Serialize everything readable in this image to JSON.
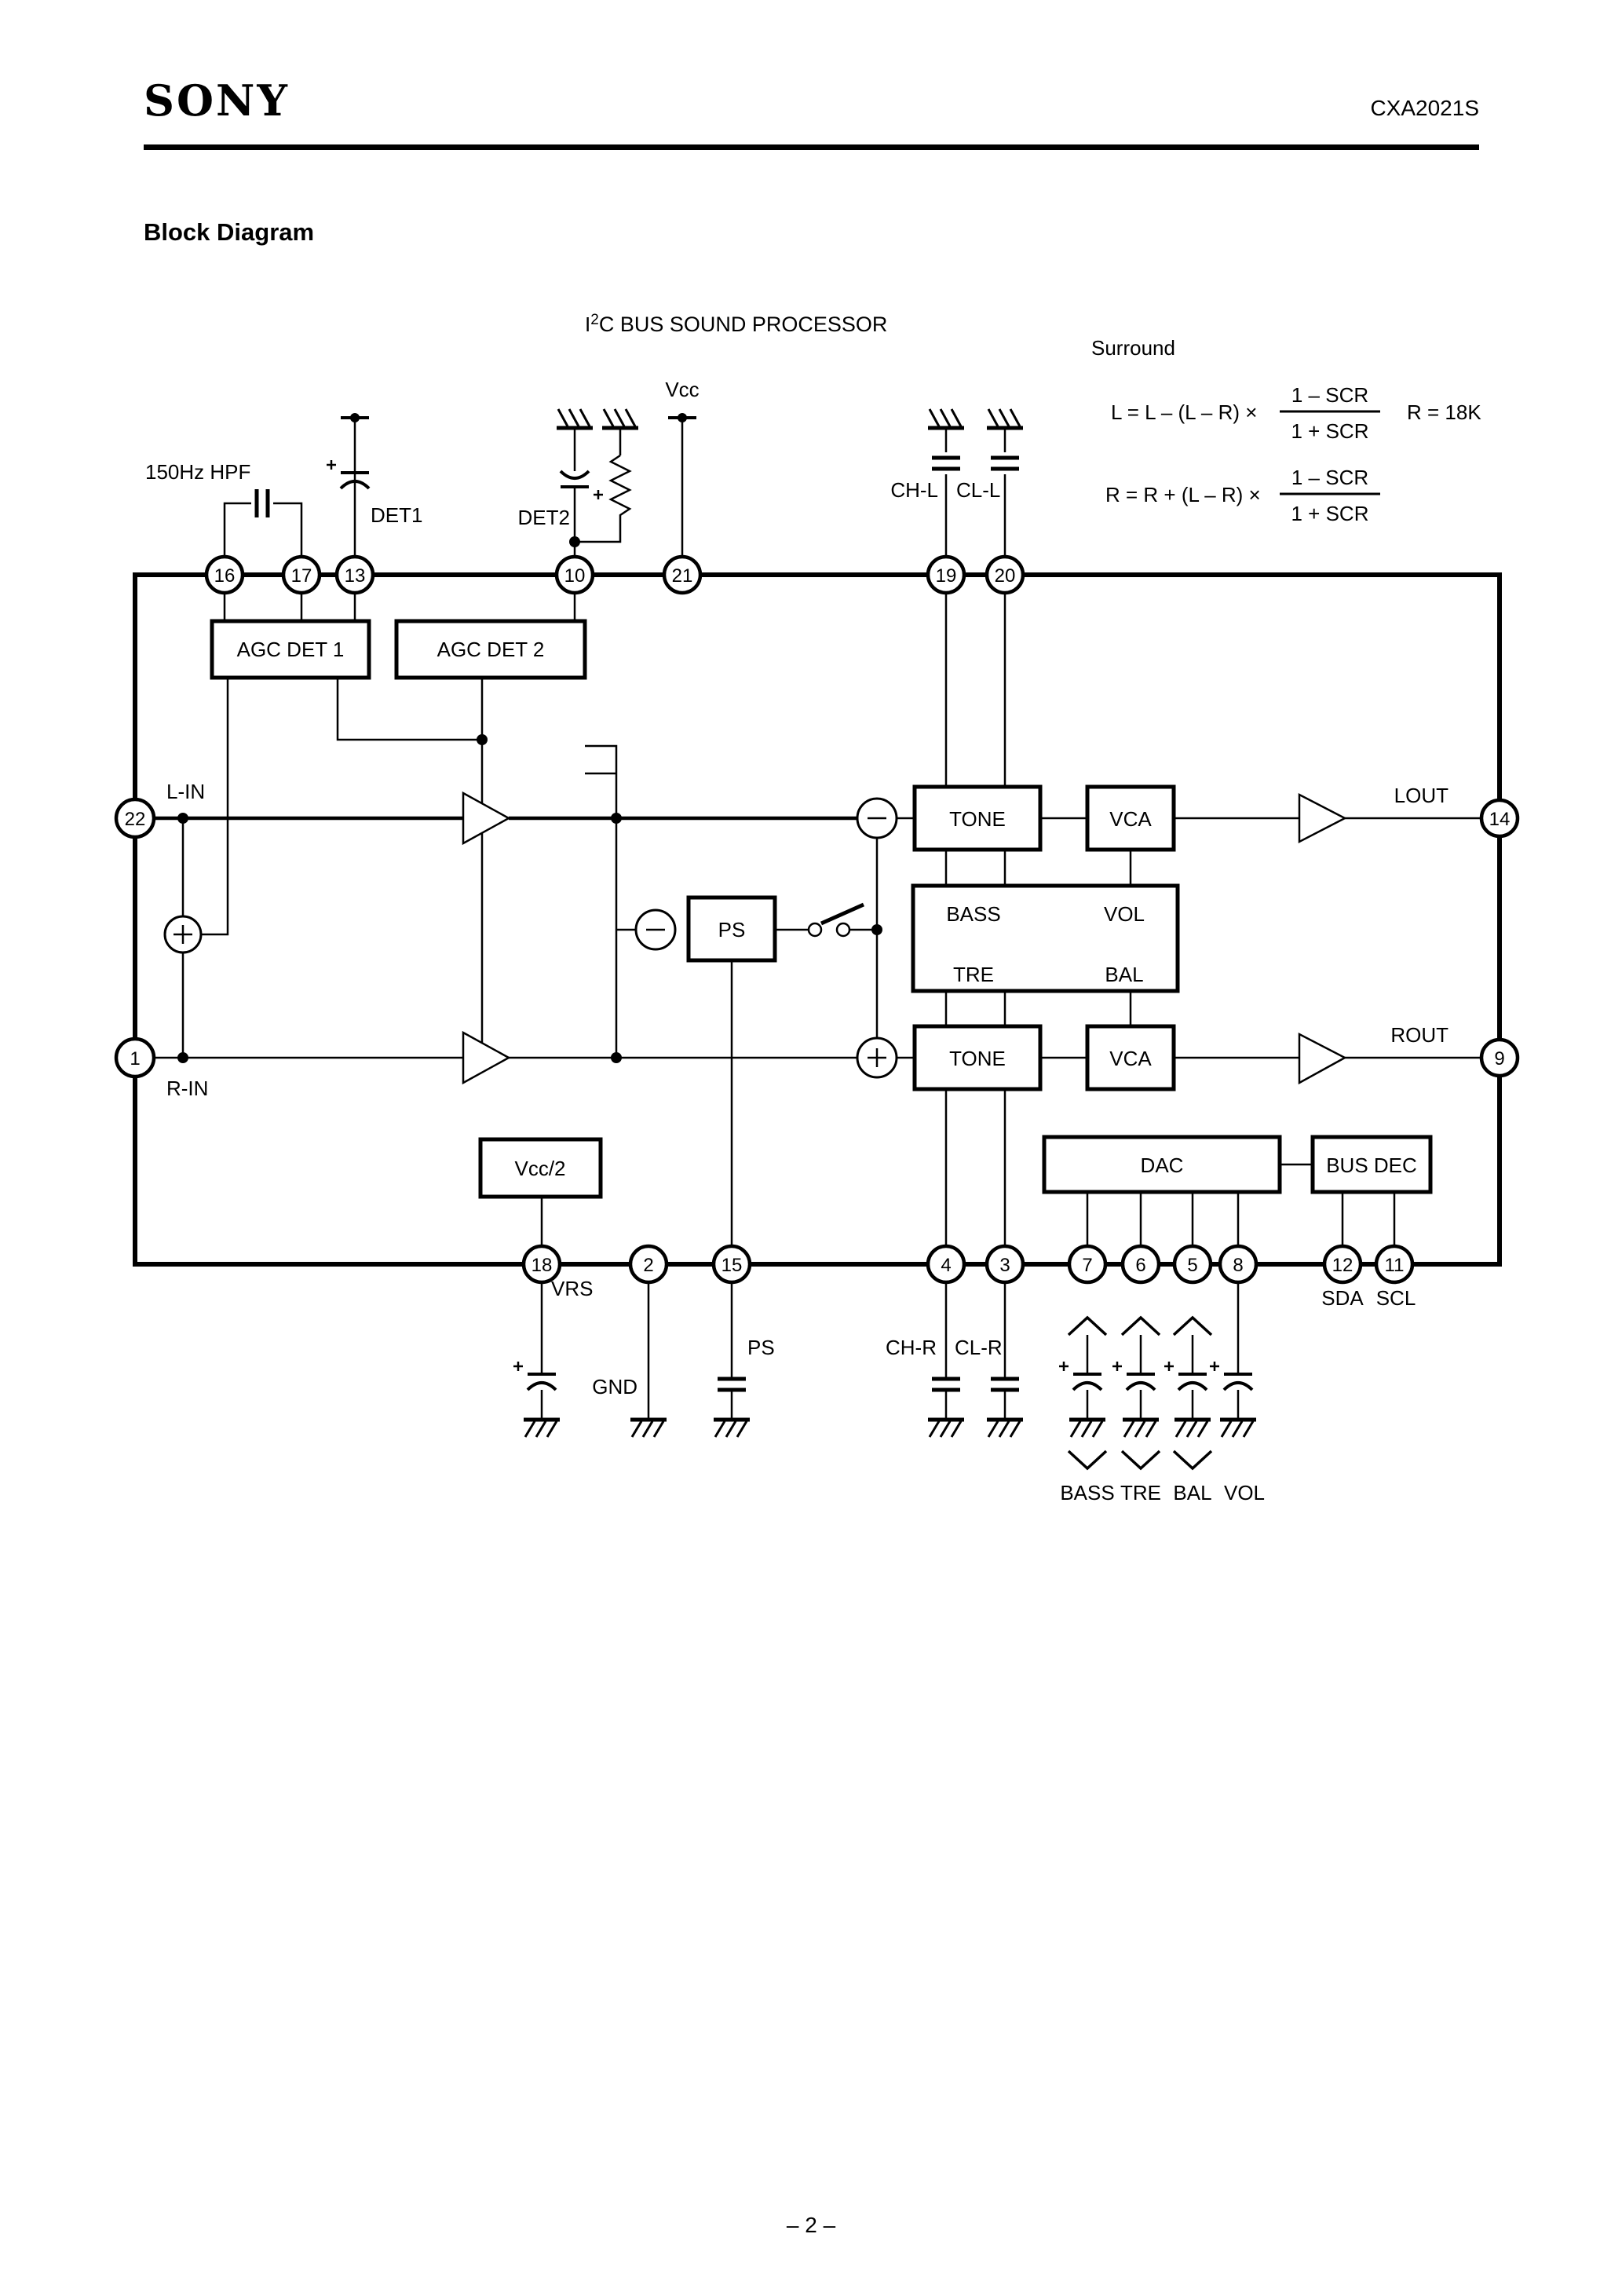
{
  "header": {
    "brand": "SONY",
    "part_number": "CXA2021S",
    "section_title": "Block Diagram"
  },
  "footer": {
    "page_number": "– 2 –"
  },
  "diagram": {
    "title": {
      "pre": "I",
      "sup": "2",
      "rest": "C BUS SOUND PROCESSOR"
    },
    "surround": {
      "label": "Surround",
      "formula_l": {
        "lhs": "L = L – (L – R) ×",
        "num": "1 – SCR",
        "den": "1 + SCR"
      },
      "resistor_note": "R = 18K",
      "formula_r": {
        "lhs": "R = R + (L – R) ×",
        "num": "1 – SCR",
        "den": "1 + SCR"
      }
    },
    "labels": {
      "hpf": "150Hz HPF",
      "det1": "DET1",
      "det2": "DET2",
      "vcc": "Vcc",
      "ch_l": "CH-L",
      "cl_l": "CL-L",
      "l_in": "L-IN",
      "r_in": "R-IN",
      "lout": "LOUT",
      "rout": "ROUT",
      "vrs": "VRS",
      "gnd": "GND",
      "ps_pin": "PS",
      "ch_r": "CH-R",
      "cl_r": "CL-R",
      "sda": "SDA",
      "scl": "SCL",
      "bass": "BASS",
      "tre": "TRE",
      "bal": "BAL",
      "vol": "VOL"
    },
    "blocks": {
      "agc1": "AGC DET 1",
      "agc2": "AGC DET 2",
      "tone_l": "TONE",
      "vca_l": "VCA",
      "tone_r": "TONE",
      "vca_r": "VCA",
      "ps": "PS",
      "vcc2": "Vcc/2",
      "dac": "DAC",
      "bus_dec": "BUS DEC",
      "ctrl": {
        "tl": "BASS",
        "tr": "VOL",
        "bl": "TRE",
        "br": "BAL"
      }
    },
    "pins": {
      "top": [
        "16",
        "17",
        "13",
        "10",
        "21",
        "19",
        "20"
      ],
      "left": [
        "22",
        "1"
      ],
      "right": [
        "14",
        "9"
      ],
      "bottom": [
        "18",
        "2",
        "15",
        "4",
        "3",
        "7",
        "6",
        "5",
        "8",
        "12",
        "11"
      ]
    }
  }
}
